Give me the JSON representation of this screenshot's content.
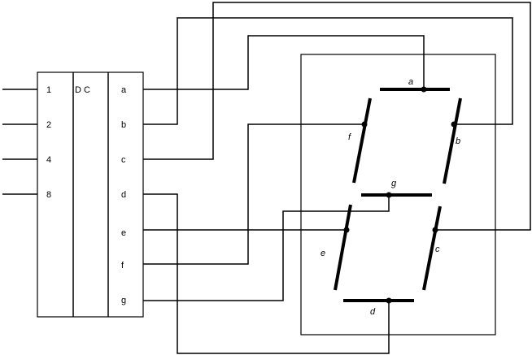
{
  "decoder": {
    "title": "D C",
    "inputs": [
      "1",
      "2",
      "4",
      "8"
    ],
    "outputs": [
      "a",
      "b",
      "c",
      "d",
      "e",
      "f",
      "g"
    ]
  },
  "display": {
    "segments": [
      "a",
      "b",
      "c",
      "d",
      "e",
      "f",
      "g"
    ]
  }
}
